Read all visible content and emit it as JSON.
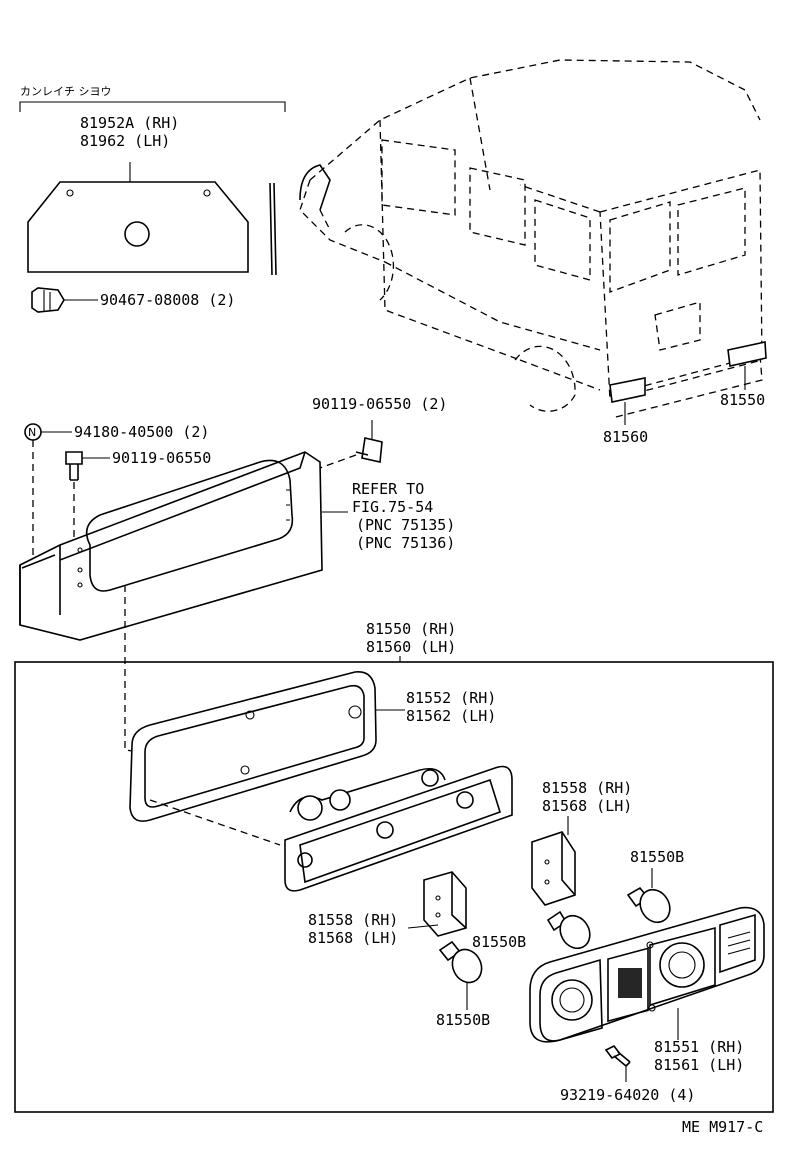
{
  "section_label": "カンレイチ シヨウ",
  "parts": {
    "p81952a": "81952A (RH)",
    "p81962": "81962  (LH)",
    "p90467": "90467-08008 (2)",
    "p94180": "94180-40500 (2)",
    "p90119a": "90119-06550",
    "p90119b": "90119-06550 (2)",
    "p81550": "81550",
    "p81560": "81560",
    "p81550rh": "81550 (RH)",
    "p81560lh": "81560 (LH)",
    "p81552": "81552 (RH)",
    "p81562": "81562 (LH)",
    "p81558a": "81558 (RH)",
    "p81568a": "81568 (LH)",
    "p81558b": "81558 (RH)",
    "p81568b": "81568 (LH)",
    "p81550b_1": "81550B",
    "p81550b_2": "81550B",
    "p81550b_3": "81550B",
    "p81551": "81551 (RH)",
    "p81561": "81561 (LH)",
    "p93219": "93219-64020 (4)"
  },
  "refer": {
    "line1": "REFER TO",
    "line2": "FIG.75-54",
    "line3": "(PNC 75135)",
    "line4": "(PNC 75136)"
  },
  "nut_symbol": "N",
  "footer_code": "ME M917-C"
}
